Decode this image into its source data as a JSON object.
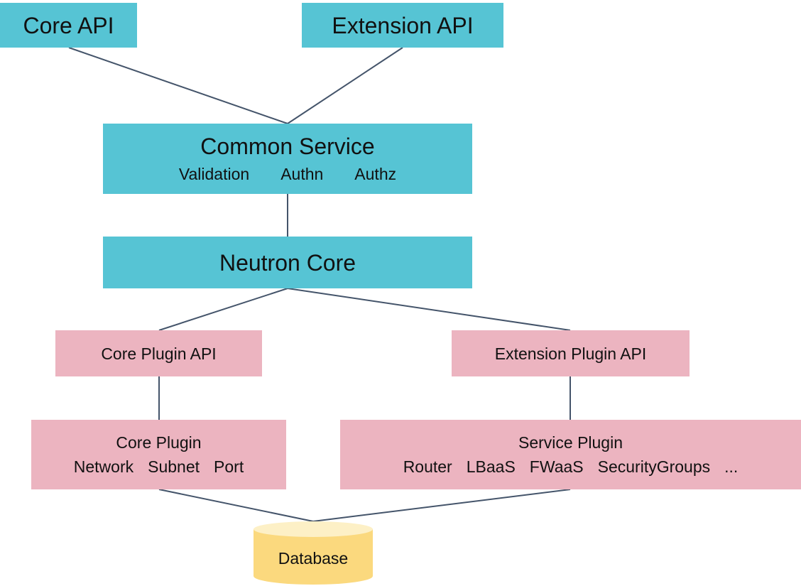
{
  "diagram": {
    "nodes": {
      "core_api": {
        "title": "Core API"
      },
      "extension_api": {
        "title": "Extension API"
      },
      "common_service": {
        "title": "Common Service",
        "items": [
          "Validation",
          "Authn",
          "Authz"
        ]
      },
      "neutron_core": {
        "title": "Neutron Core"
      },
      "core_plugin_api": {
        "title": "Core Plugin API"
      },
      "extension_plugin_api": {
        "title": "Extension Plugin API"
      },
      "core_plugin": {
        "title": "Core Plugin",
        "items": [
          "Network",
          "Subnet",
          "Port"
        ]
      },
      "service_plugin": {
        "title": "Service Plugin",
        "items": [
          "Router",
          "LBaaS",
          "FWaaS",
          "SecurityGroups",
          "..."
        ]
      },
      "database": {
        "label": "Database"
      }
    },
    "edges": [
      [
        "core_api",
        "common_service"
      ],
      [
        "extension_api",
        "common_service"
      ],
      [
        "common_service",
        "neutron_core"
      ],
      [
        "neutron_core",
        "core_plugin_api"
      ],
      [
        "neutron_core",
        "extension_plugin_api"
      ],
      [
        "core_plugin_api",
        "core_plugin"
      ],
      [
        "extension_plugin_api",
        "service_plugin"
      ],
      [
        "core_plugin",
        "database"
      ],
      [
        "service_plugin",
        "database"
      ]
    ],
    "colors": {
      "api_layer": "#56c4d4",
      "plugin_layer": "#ecb4c0",
      "database_body": "#fbd97e",
      "database_top": "#fdf0c6",
      "connector": "#44546a"
    }
  }
}
